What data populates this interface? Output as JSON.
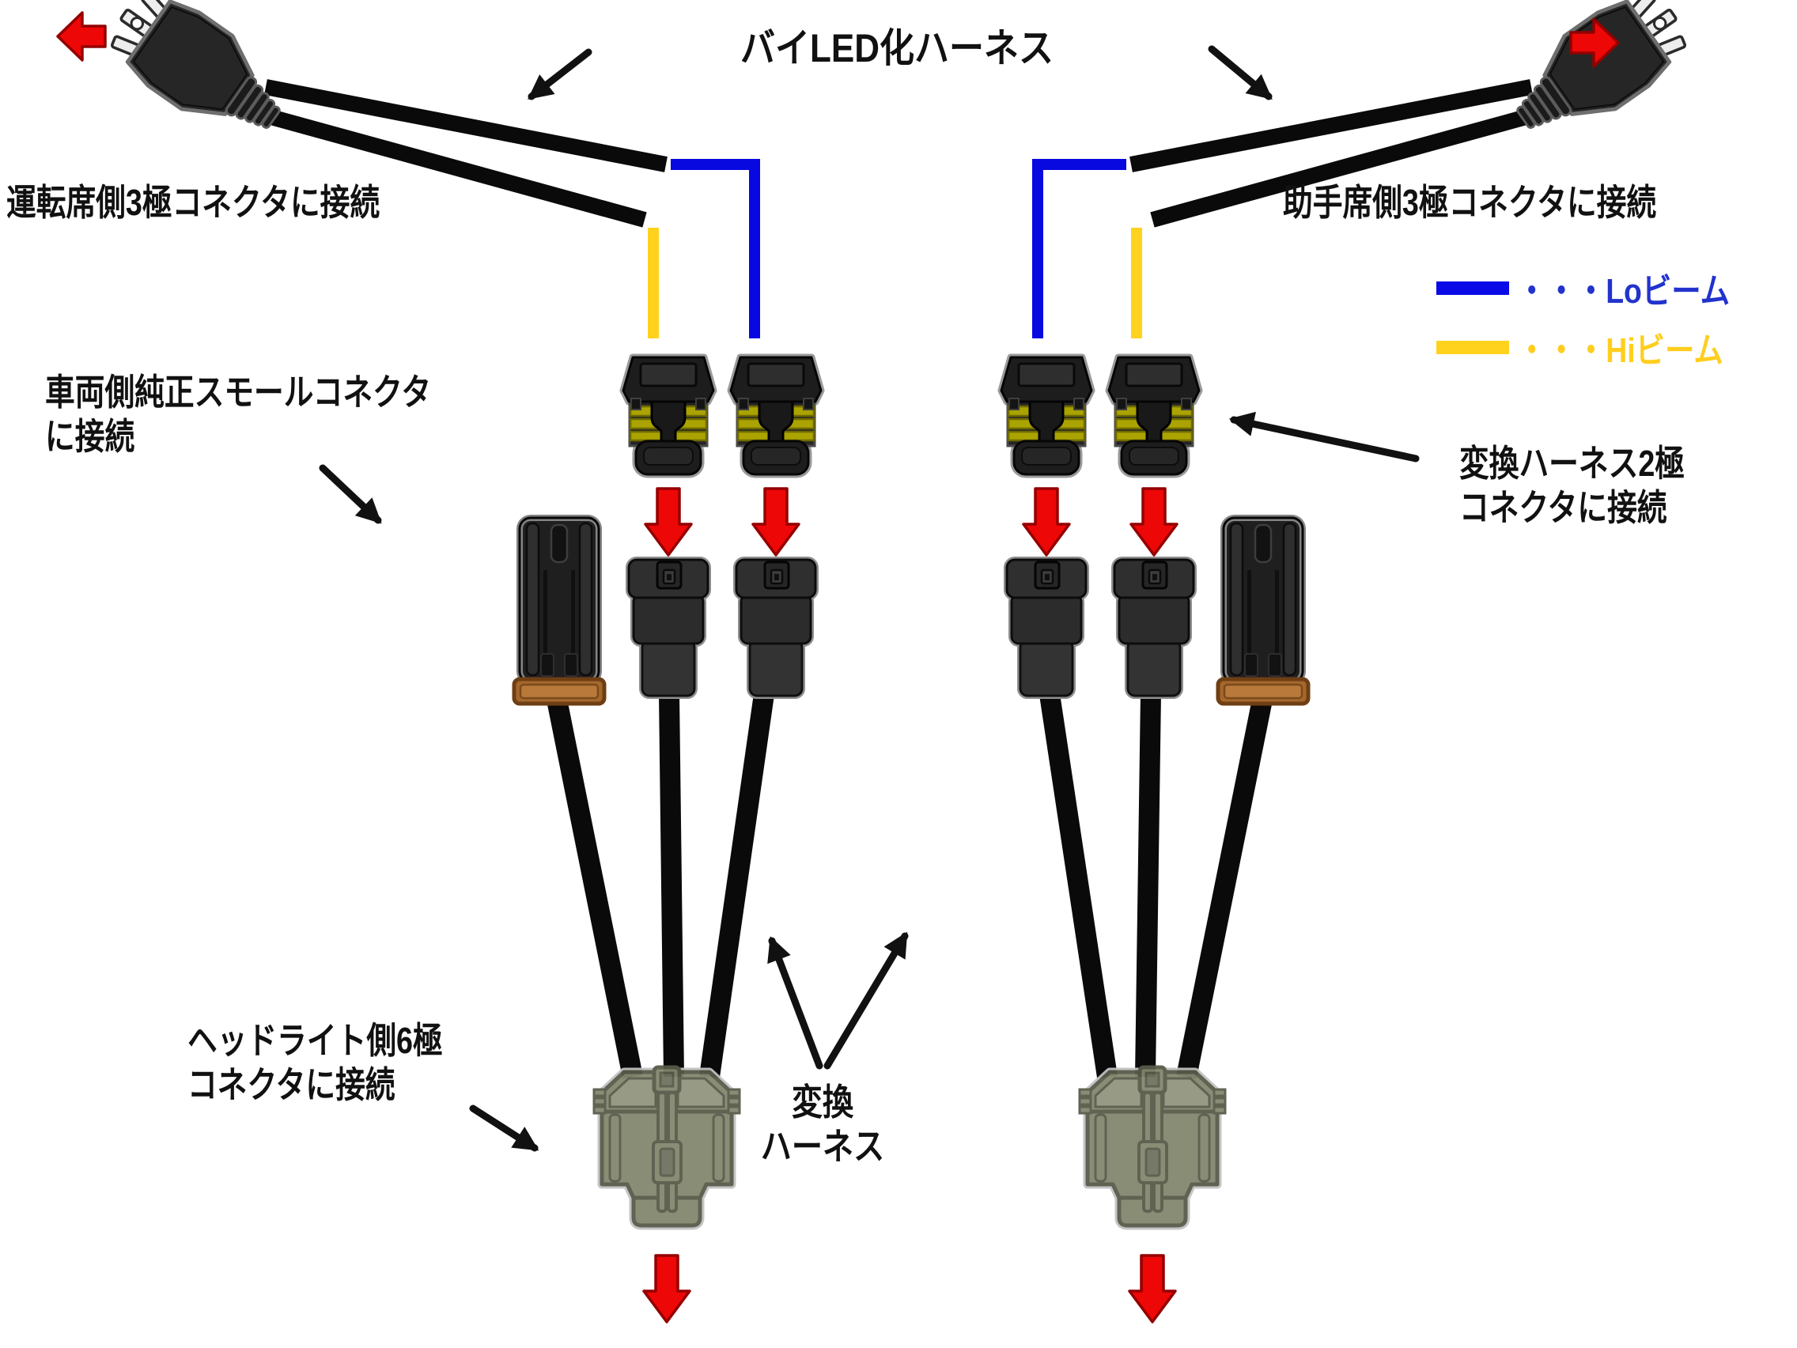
{
  "title": "バイLED化ハーネス",
  "labels": {
    "driver": "運転席側3極コネクタに接続",
    "passenger": "助手席側3極コネクタに接続",
    "vehicle_small_1": "車両側純正スモールコネクタ",
    "vehicle_small_2": "に接続",
    "conv_2pole_1": "変換ハーネス2極",
    "conv_2pole_2": "コネクタに接続",
    "headlight_1": "ヘッドライト側6極",
    "headlight_2": "コネクタに接続",
    "conv_harness_1": "変換",
    "conv_harness_2": "ハーネス"
  },
  "legend": {
    "lo": {
      "label": "・・・Loビーム",
      "text_color": "#2233cc",
      "swatch_color": "#0a0ae6"
    },
    "hi": {
      "label": "・・・Hiビーム",
      "text_color": "#ffce1e",
      "swatch_color": "#ffd21e"
    }
  },
  "colors": {
    "background": "#ffffff",
    "wire_black": "#0a0a0a",
    "wire_lo_blue": "#0808e0",
    "wire_hi_yellow": "#ffd21e",
    "red_arrow": "#ee0707",
    "red_arrow_border": "#940000",
    "connector_black": "#1d1d1d",
    "connector_pin_yellow": "#aaa300",
    "connector_base_brown": "#a5672b",
    "connector_gray_olive": "#84876f"
  },
  "icons": {
    "plugs": [
      "3-pole-plug-driver-icon",
      "3-pole-plug-passenger-icon"
    ],
    "connectors": [
      "2-pole-sealed-connector-icon",
      "2-pole-male-connector-icon",
      "small-connector-brown-base-icon",
      "6-pole-gray-connector-icon"
    ],
    "arrows": [
      "red-block-arrow-left-icon",
      "red-block-arrow-right-icon",
      "red-block-arrow-down-icon",
      "thin-pointer-arrow-icon"
    ]
  }
}
